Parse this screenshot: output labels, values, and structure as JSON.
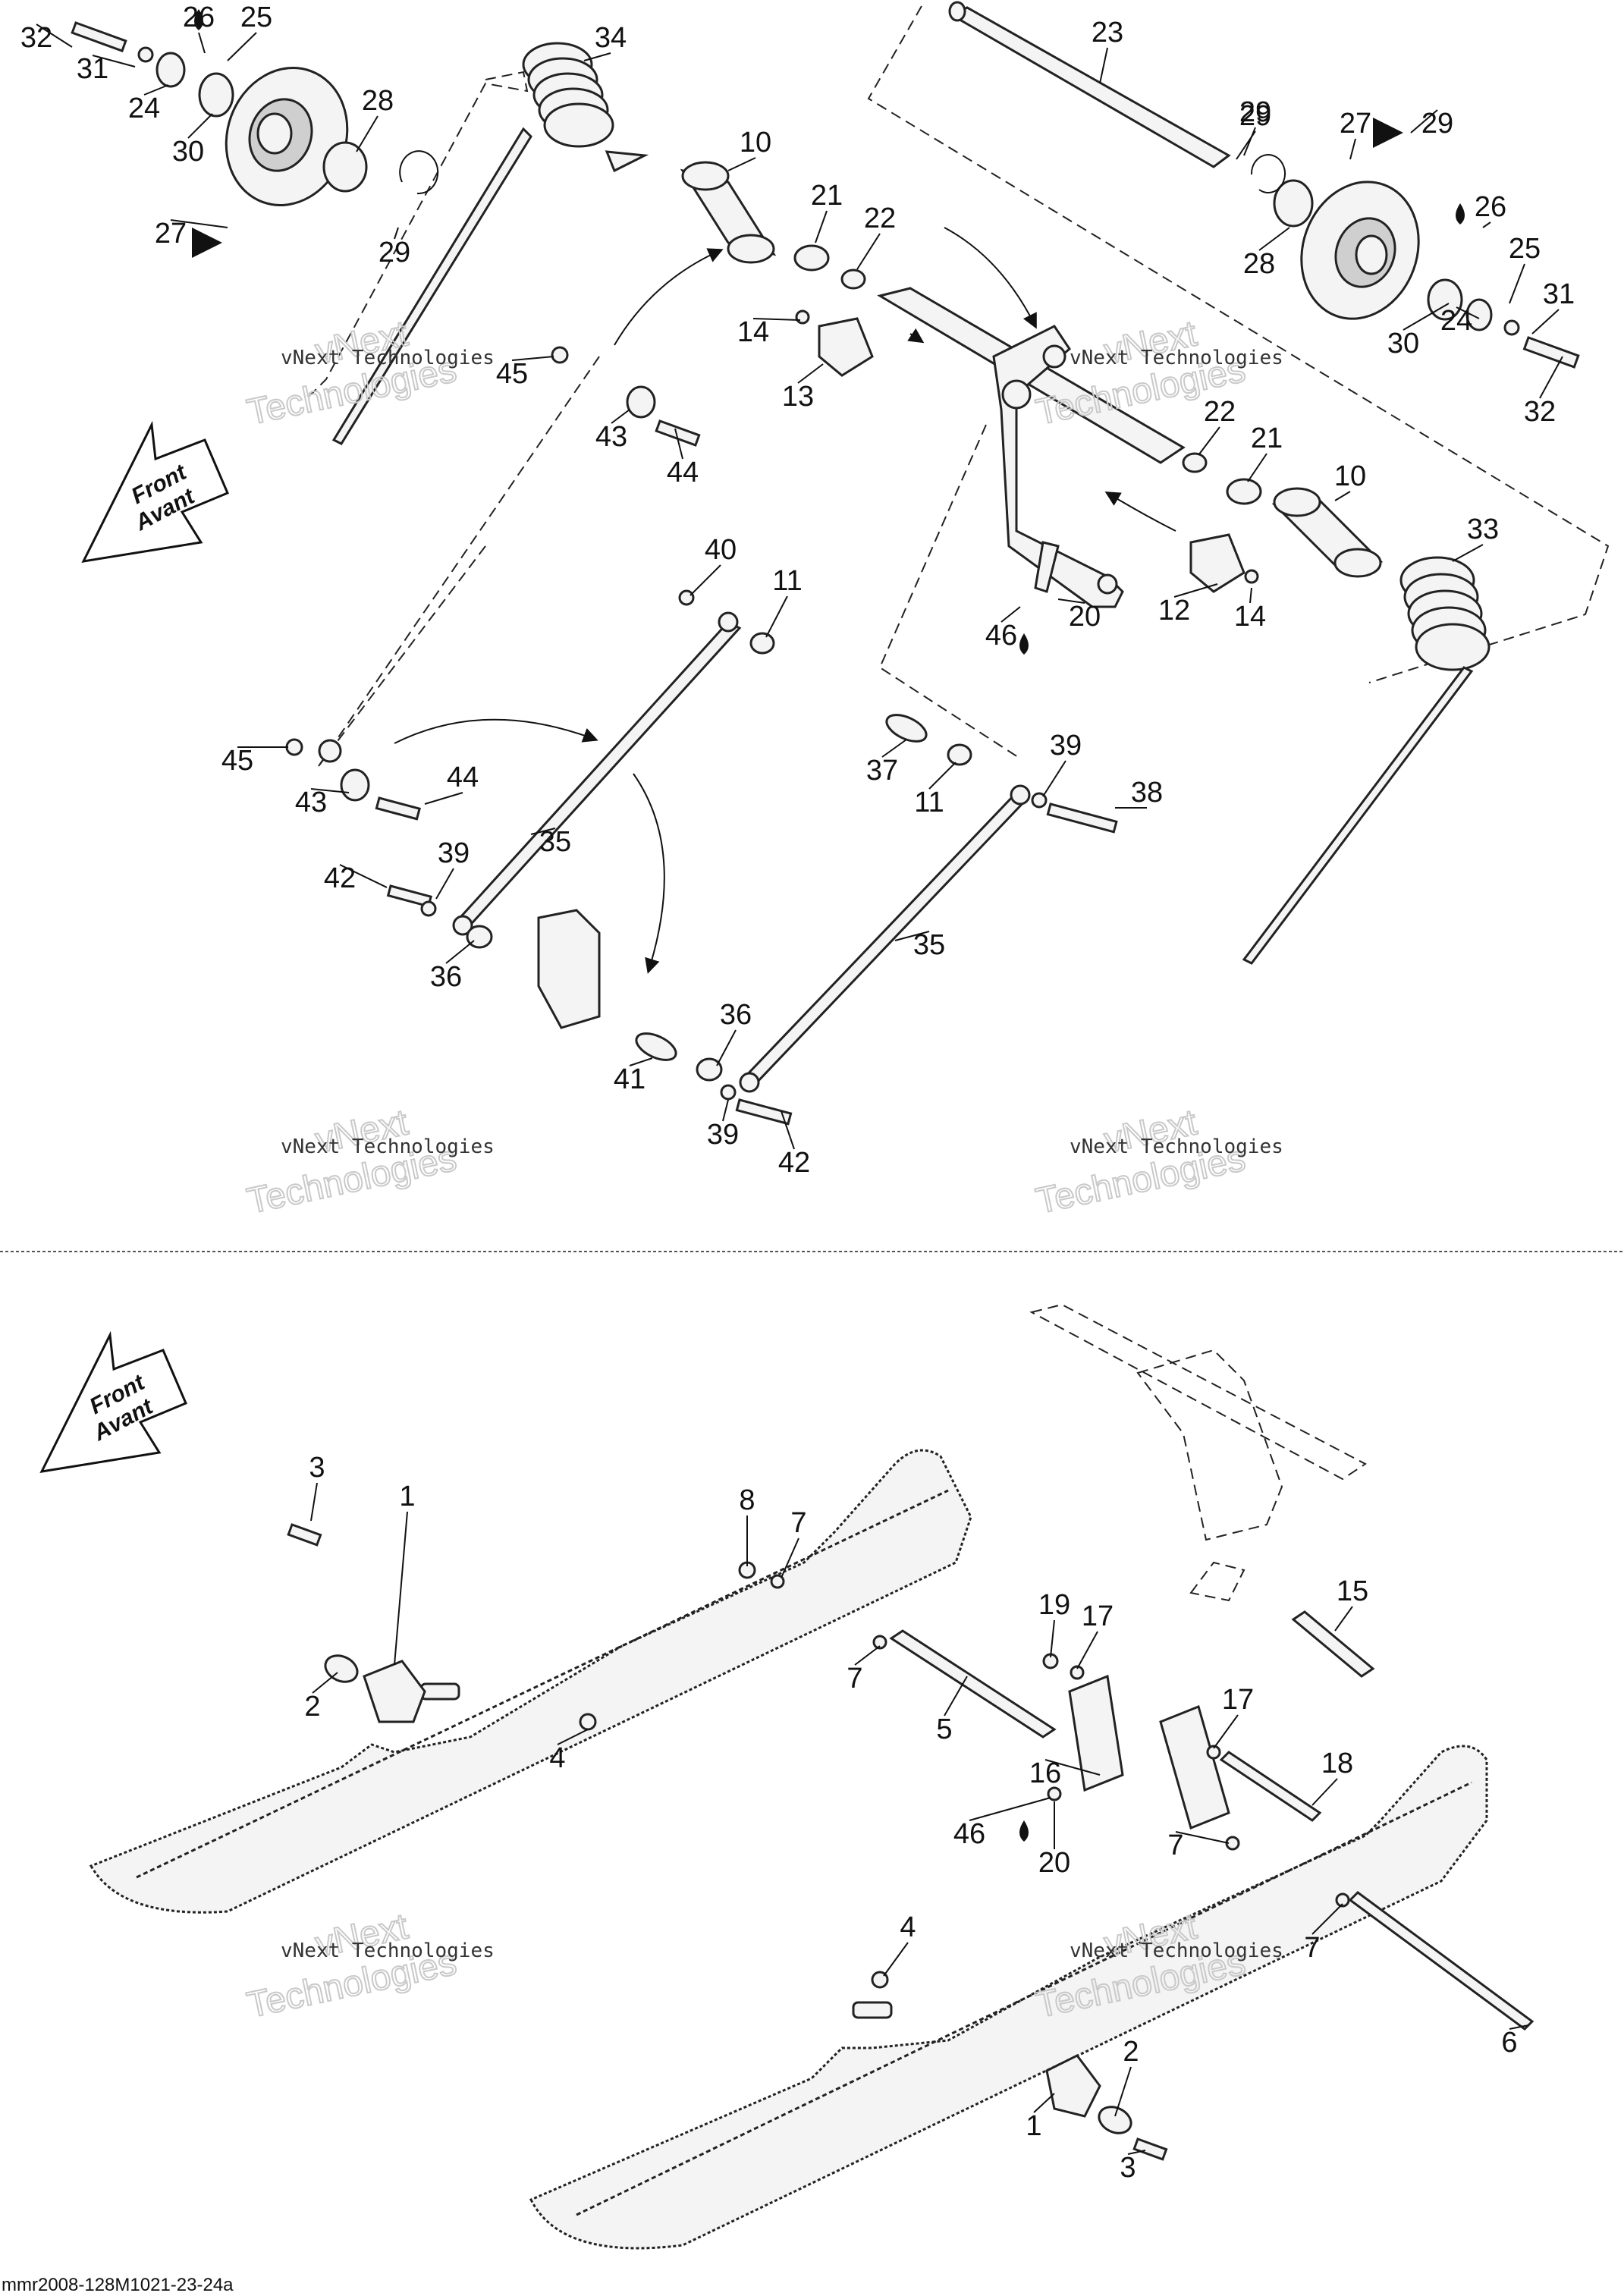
{
  "figure_id": "mmr2008-128M1021-23-24a",
  "front_arrow": {
    "line1": "Front",
    "line2": "Avant"
  },
  "watermark": {
    "line1": "vNext",
    "line2": "Technologies",
    "small": "vNext Technologies"
  },
  "callouts_top": [
    "32",
    "31",
    "26",
    "25",
    "24",
    "30",
    "28",
    "27",
    "29",
    "29",
    "34",
    "10",
    "21",
    "22",
    "23",
    "29",
    "27",
    "29",
    "28",
    "26",
    "25",
    "31",
    "30",
    "24",
    "32",
    "14",
    "13",
    "45",
    "43",
    "44",
    "22",
    "21",
    "10",
    "33",
    "12",
    "14",
    "46",
    "20",
    "40",
    "11",
    "45",
    "43",
    "44",
    "37",
    "11",
    "39",
    "38",
    "35",
    "42",
    "39",
    "36",
    "41",
    "36",
    "39",
    "42",
    "35"
  ],
  "callouts_bottom": [
    "8",
    "7",
    "3",
    "1",
    "2",
    "4",
    "7",
    "5",
    "19",
    "17",
    "15",
    "16",
    "17",
    "18",
    "46",
    "20",
    "7",
    "4",
    "7",
    "6",
    "2",
    "1",
    "3"
  ],
  "colors": {
    "line": "#111111",
    "part_fill": "#f4f4f4",
    "shade": "#cfcfcf",
    "watermark": "#c9c9c9"
  }
}
